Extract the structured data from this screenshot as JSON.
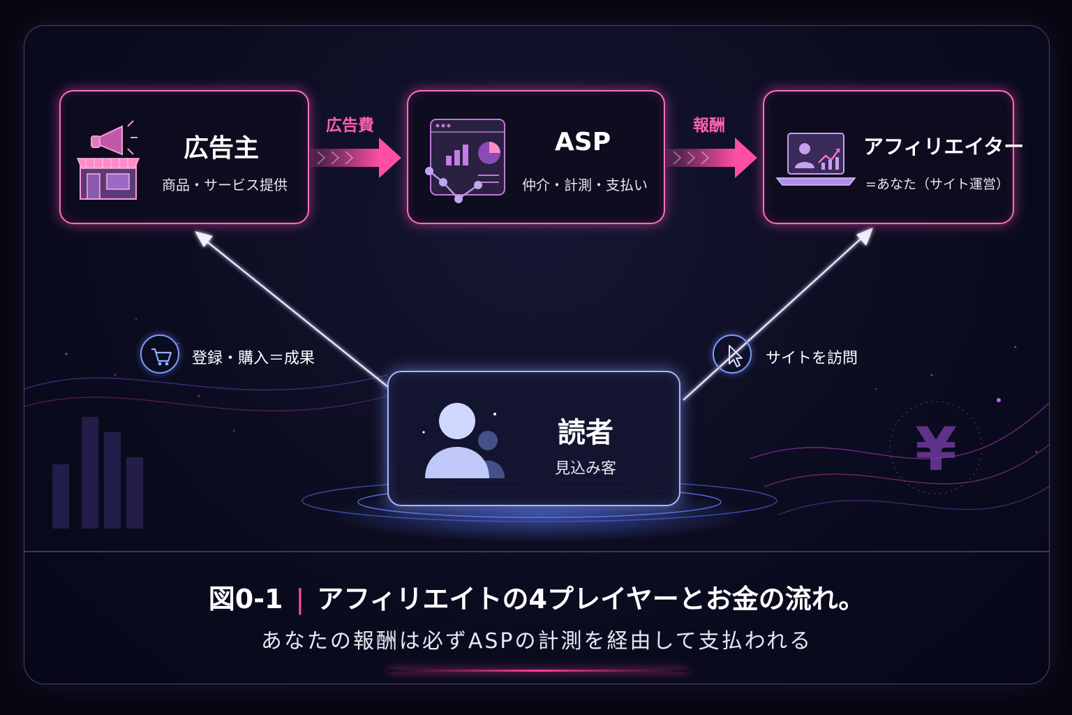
{
  "nodes": {
    "advertiser": {
      "title": "広告主",
      "sub": "商品・サービス提供",
      "icon": "storefront-megaphone-icon"
    },
    "asp": {
      "title": "ASP",
      "sub": "仲介・計測・支払い",
      "icon": "analytics-dashboard-icon"
    },
    "affiliate": {
      "title": "アフィリエイター",
      "sub": "=あなた（サイト運営）",
      "icon": "laptop-user-icon"
    },
    "reader": {
      "title": "読者",
      "sub": "見込み客",
      "icon": "users-icon"
    }
  },
  "edges": {
    "advertiser_to_asp": "広告費",
    "asp_to_affiliate": "報酬",
    "reader_to_advertiser": "登録・購入＝成果",
    "reader_to_affiliate": "サイトを訪問"
  },
  "edge_icons": {
    "left": "shopping-cart-icon",
    "right": "cursor-pointer-icon"
  },
  "decor": {
    "currency_symbol": "¥"
  },
  "caption": {
    "figure_no": "図0-1",
    "separator": "|",
    "title": "アフィリエイトの4プレイヤーとお金の流れ。",
    "subtitle": "あなたの報酬は必ずASPの計測を経由して支払われる"
  },
  "colors": {
    "accent_pink": "#ff5fae",
    "accent_blue": "#a9b8ff",
    "background": "#0c0c20"
  }
}
